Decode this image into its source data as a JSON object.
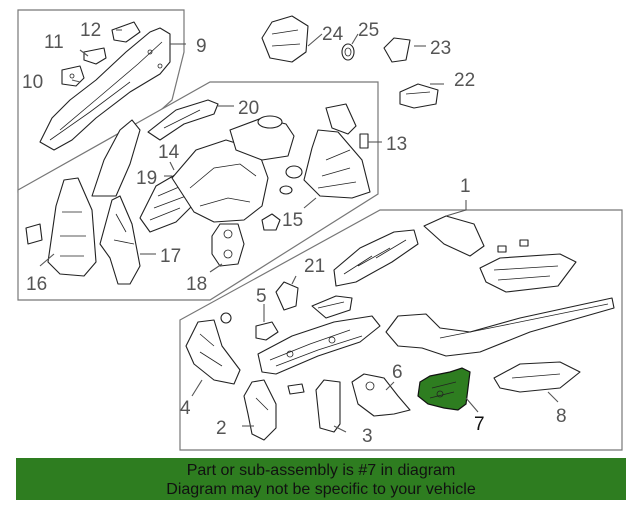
{
  "callouts": [
    "1",
    "2",
    "3",
    "4",
    "5",
    "6",
    "7",
    "8",
    "9",
    "10",
    "11",
    "12",
    "13",
    "14",
    "15",
    "16",
    "17",
    "18",
    "19",
    "20",
    "21",
    "22",
    "23",
    "24",
    "25"
  ],
  "highlighted_part": "7",
  "colors": {
    "highlight": "#2e7d20",
    "banner": "#2e7d20",
    "callout": "#555555"
  },
  "banner": {
    "line1": "Part or sub-assembly is #7 in diagram",
    "line2": "Diagram may not be specific to your vehicle"
  }
}
